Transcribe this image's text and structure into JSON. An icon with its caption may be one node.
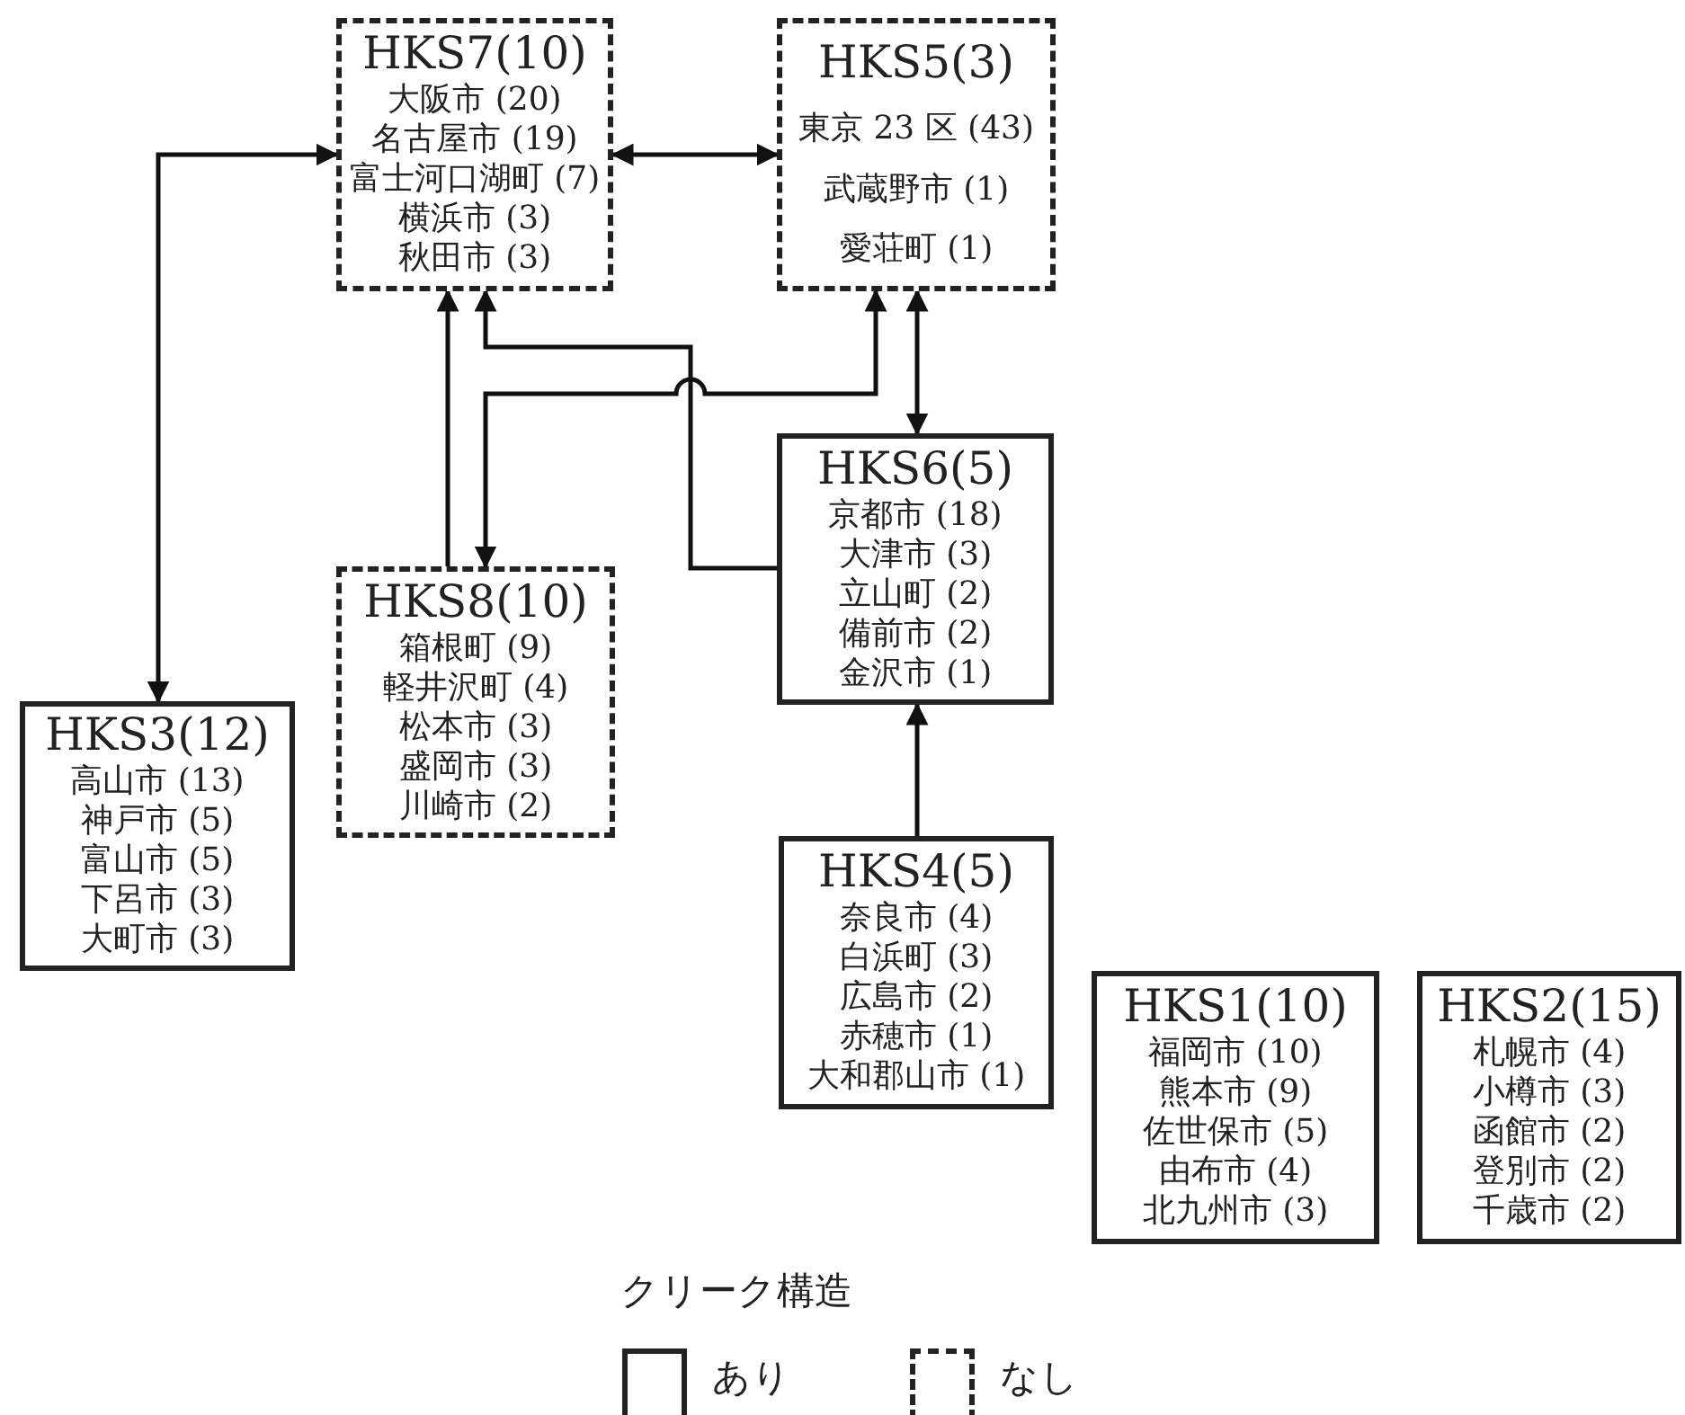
{
  "diagram": {
    "nodes": [
      {
        "text": [
          "HKS7(10)",
          "大阪市 (20)",
          "名古屋市 (19)",
          "富士河口湖町 (7)",
          "横浜市 (3)",
          "秋田市 (3)"
        ]
      },
      {
        "text": [
          "HKS5(3)",
          "東京 23 区 (43)",
          "武蔵野市 (1)",
          "愛荘町 (1)"
        ]
      },
      {
        "text": [
          "HKS6(5)",
          "京都市 (18)",
          "大津市 (3)",
          "立山町 (2)",
          "備前市 (2)",
          "金沢市 (1)"
        ]
      },
      {
        "text": [
          "HKS8(10)",
          "箱根町 (9)",
          "軽井沢町 (4)",
          "松本市 (3)",
          "盛岡市 (3)",
          "川崎市 (2)"
        ]
      },
      {
        "text": [
          "HKS3(12)",
          "高山市 (13)",
          "神戸市 (5)",
          "富山市 (5)",
          "下呂市 (3)",
          "大町市 (3)"
        ]
      },
      {
        "text": [
          "HKS4(5)",
          "奈良市 (4)",
          "白浜町 (3)",
          "広島市 (2)",
          "赤穂市 (1)",
          "大和郡山市 (1)"
        ]
      },
      {
        "text": [
          "HKS1(10)",
          "福岡市 (10)",
          "熊本市 (9)",
          "佐世保市 (5)",
          "由布市 (4)",
          "北九州市 (3)"
        ]
      },
      {
        "text": [
          "HKS2(15)",
          "札幌市 (4)",
          "小樽市 (3)",
          "函館市 (2)",
          "登別市 (2)",
          "千歳市 (2)"
        ]
      }
    ],
    "edges": [
      {
        "from": 0,
        "to": 1,
        "arrow": "both"
      },
      {
        "from": 0,
        "to": 4,
        "arrow": "both"
      },
      {
        "from": 3,
        "to": 0,
        "arrow": "to"
      },
      {
        "from": 2,
        "to": 0,
        "arrow": "to"
      },
      {
        "from": 1,
        "to": 3,
        "arrow": "both"
      },
      {
        "from": 1,
        "to": 2,
        "arrow": "both"
      },
      {
        "from": 5,
        "to": 2,
        "arrow": "to"
      }
    ],
    "labels": [
      "クリーク構造"
    ],
    "legend": [
      {
        "text": "あり"
      },
      {
        "text": "なし"
      }
    ]
  }
}
